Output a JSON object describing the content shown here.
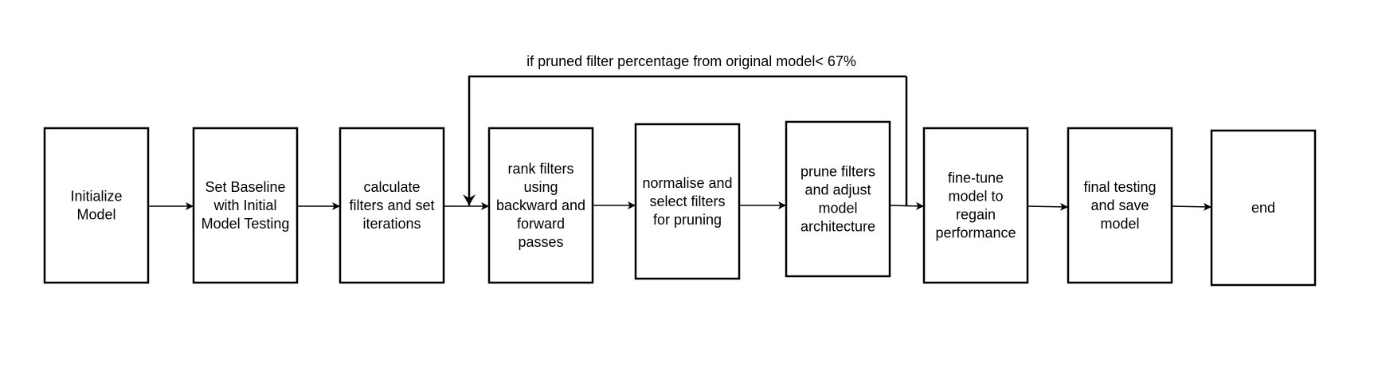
{
  "diagram": {
    "nodes": [
      {
        "id": "n1",
        "lines": [
          "Initialize",
          "Model"
        ]
      },
      {
        "id": "n2",
        "lines": [
          "Set Baseline",
          "with Initial",
          "Model Testing"
        ]
      },
      {
        "id": "n3",
        "lines": [
          "calculate",
          "filters and set",
          "iterations"
        ]
      },
      {
        "id": "n4",
        "lines": [
          "rank filters",
          "using",
          "backward and",
          "forward",
          "passes"
        ]
      },
      {
        "id": "n5",
        "lines": [
          "normalise and",
          "select filters",
          "for pruning"
        ]
      },
      {
        "id": "n6",
        "lines": [
          "prune filters",
          "and adjust",
          "model",
          "architecture"
        ]
      },
      {
        "id": "n7",
        "lines": [
          "fine-tune",
          "model to",
          "regain",
          "performance"
        ]
      },
      {
        "id": "n8",
        "lines": [
          "final testing",
          "and save",
          "model"
        ]
      },
      {
        "id": "n9",
        "lines": [
          "end"
        ]
      }
    ],
    "edges": [
      {
        "from": "n1",
        "to": "n2"
      },
      {
        "from": "n2",
        "to": "n3"
      },
      {
        "from": "n3",
        "to": "n4"
      },
      {
        "from": "n4",
        "to": "n5"
      },
      {
        "from": "n5",
        "to": "n6"
      },
      {
        "from": "n6",
        "to": "n7"
      },
      {
        "from": "n7",
        "to": "n8"
      },
      {
        "from": "n8",
        "to": "n9"
      }
    ],
    "loop": {
      "from": "n6",
      "to": "n4",
      "label": "if pruned filter percentage from original model< 67%"
    }
  }
}
